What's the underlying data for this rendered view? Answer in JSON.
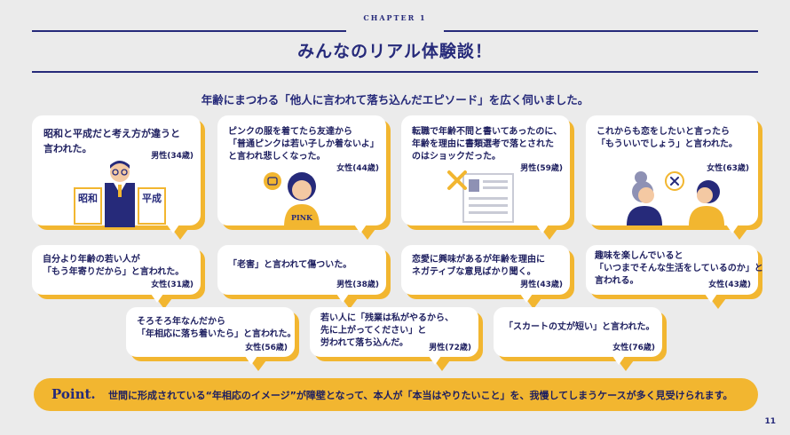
{
  "header": {
    "chapter": "CHAPTER 1",
    "title": "みんなのリアル体験談！",
    "subtitle": "年齢にまつわる「他人に言われて落ち込んだエピソード」を広く伺いました。"
  },
  "top_cards": [
    {
      "lines": [
        "昭和と平成だと考え方が違うと",
        "言われた。"
      ],
      "who": "男性(34歳)",
      "sign_left": "昭和",
      "sign_right": "平成"
    },
    {
      "lines": [
        "ピンクの服を着てたら友達から",
        "「普通ピンクは若い子しか着ないよ」",
        "と言われ悲しくなった。"
      ],
      "who": "女性(44歳)",
      "shirt": "PINK"
    },
    {
      "lines": [
        "転職で年齢不問と書いてあったのに、",
        "年齢を理由に書類選考で落とされた",
        "のはショックだった。"
      ],
      "who": "男性(59歳)"
    },
    {
      "lines": [
        "これからも恋をしたいと言ったら",
        "「もういいでしょう」と言われた。"
      ],
      "who": "女性(63歳)"
    }
  ],
  "mid_cards": [
    {
      "lines": [
        "自分より年齢の若い人が",
        "「もう年寄りだから」と言われた。"
      ],
      "who": "女性(31歳)"
    },
    {
      "lines": [
        "「老害」と言われて傷ついた。"
      ],
      "who": "男性(38歳)"
    },
    {
      "lines": [
        "恋愛に興味があるが年齢を理由に",
        "ネガティブな意見ばかり聞く。"
      ],
      "who": "男性(43歳)"
    },
    {
      "lines": [
        "趣味を楽しんでいると",
        "「いつまでそんな生活をしているのか」と",
        "言われる。"
      ],
      "who": "女性(43歳)"
    }
  ],
  "bottom_cards": [
    {
      "lines": [
        "そろそろ年なんだから",
        "「年相応に落ち着いたら」と言われた。"
      ],
      "who": "女性(56歳)"
    },
    {
      "lines": [
        "若い人に「残業は私がやるから、",
        "先に上がってください」と",
        "労われて落ち込んだ。"
      ],
      "who": "男性(72歳)"
    },
    {
      "lines": [
        "「スカートの丈が短い」と言われた。"
      ],
      "who": "女性(76歳)"
    }
  ],
  "point": {
    "label": "Point.",
    "text": "世間に形成されている“年相応のイメージ”が障壁となって、本人が「本当はやりたいこと」を、我慢してしまうケースが多く見受けられます。"
  },
  "page_number": "11",
  "colors": {
    "navy": "#262a7a",
    "yellow": "#f2b630",
    "bg": "#ebebeb"
  }
}
